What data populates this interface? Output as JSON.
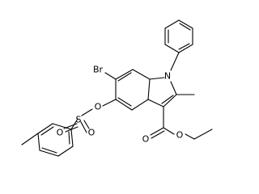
{
  "molecule": {
    "atom_labels": {
      "bromine": "Br",
      "indole_nitrogen": "N",
      "ether_oxygen": "O",
      "sulfur": "S",
      "sulfonyl_oxygen_1": "O",
      "sulfonyl_oxygen_2": "O",
      "carbonyl_oxygen": "O",
      "ester_oxygen": "O"
    }
  }
}
